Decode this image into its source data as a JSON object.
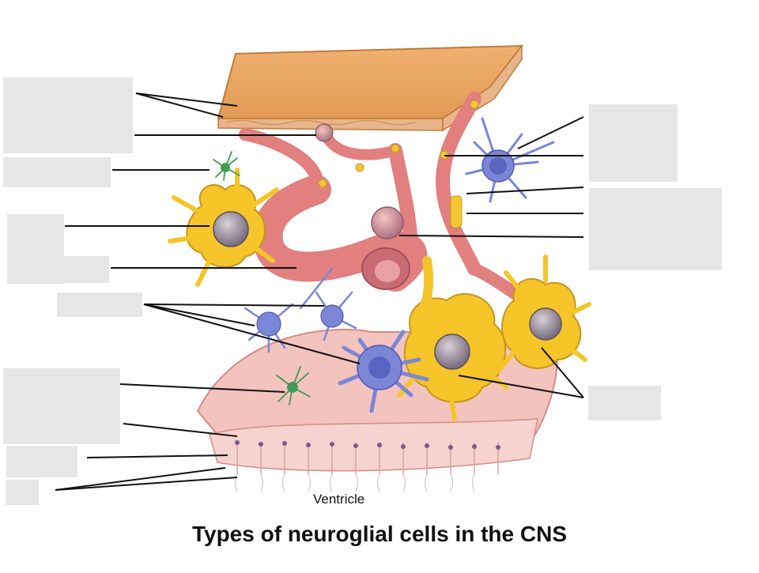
{
  "figure": {
    "title": "Types of neuroglial cells in the CNS",
    "ventricle_label": "Ventricle"
  },
  "colors": {
    "background": "#ffffff",
    "pia_mater": "#eeaa63",
    "capillary": "#e88f8f",
    "astrocyte": "#f5c52a",
    "microglia": "#3f9a55",
    "oligodendrocyte": "#7b86d6",
    "ependymal": "#f1b6b0",
    "label_line": "#111111",
    "hidden_label_box": "#e6e6e6"
  },
  "label_boxes": {
    "count": 12,
    "note_hidden": true
  }
}
